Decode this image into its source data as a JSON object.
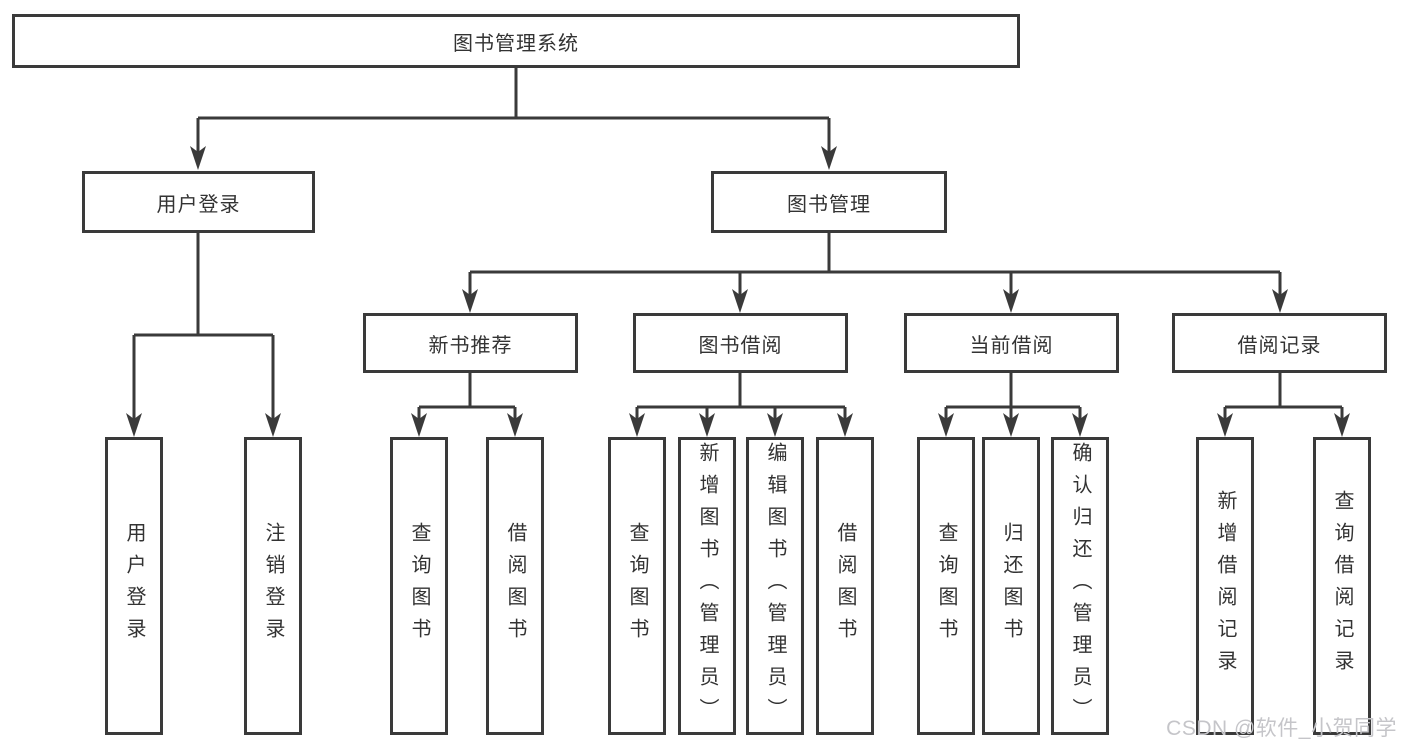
{
  "tree": {
    "root": {
      "label": "图书管理系统",
      "children": [
        {
          "label": "用户登录",
          "children": [
            {
              "label": "用户登录"
            },
            {
              "label": "注销登录"
            }
          ]
        },
        {
          "label": "图书管理",
          "children": [
            {
              "label": "新书推荐",
              "children": [
                {
                  "label": "查询图书"
                },
                {
                  "label": "借阅图书"
                }
              ]
            },
            {
              "label": "图书借阅",
              "children": [
                {
                  "label": "查询图书"
                },
                {
                  "label": "新增图书（管理员）"
                },
                {
                  "label": "编辑图书（管理员）"
                },
                {
                  "label": "借阅图书"
                }
              ]
            },
            {
              "label": "当前借阅",
              "children": [
                {
                  "label": "查询图书"
                },
                {
                  "label": "归还图书"
                },
                {
                  "label": "确认归还（管理员）"
                }
              ]
            },
            {
              "label": "借阅记录",
              "children": [
                {
                  "label": "新增借阅记录"
                },
                {
                  "label": "查询借阅记录"
                }
              ]
            }
          ]
        }
      ]
    }
  },
  "watermark": "CSDN @软件_小贺同学",
  "colors": {
    "line": "#3a3a3a",
    "text": "#333333",
    "box_background": "#ffffff",
    "watermark_text": "#c5c5c9"
  }
}
